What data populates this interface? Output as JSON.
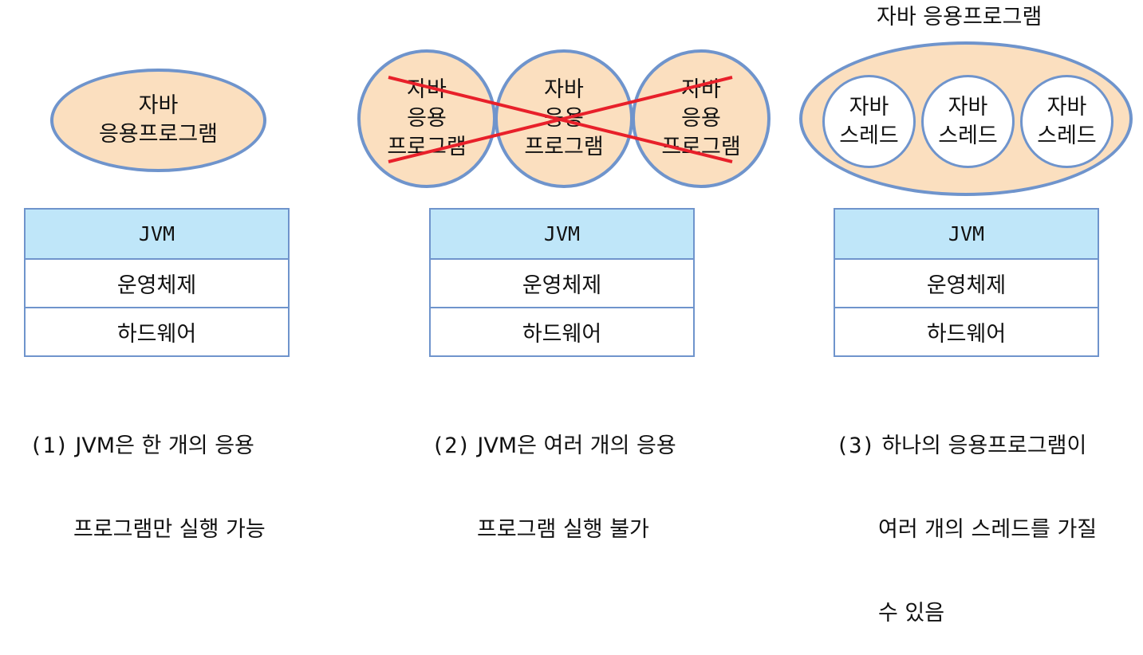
{
  "title_top": "자바 응용프로그램",
  "panel1": {
    "program_label": "자바\n응용프로그램",
    "stack": [
      "JVM",
      "운영체제",
      "하드웨어"
    ],
    "caption_num": "(1)",
    "caption_line1": "JVM은 한 개의 응용",
    "caption_line2": "프로그램만 실행 가능"
  },
  "panel2": {
    "programs": [
      "자바\n응용\n프로그램",
      "자바\n응용\n프로그램",
      "자바\n응용\n프로그램"
    ],
    "stack": [
      "JVM",
      "운영체제",
      "하드웨어"
    ],
    "caption_num": "(2)",
    "caption_line1": "JVM은 여러 개의 응용",
    "caption_line2": "프로그램 실행 불가"
  },
  "panel3": {
    "threads": [
      "자바\n스레드",
      "자바\n스레드",
      "자바\n스레드"
    ],
    "stack": [
      "JVM",
      "운영체제",
      "하드웨어"
    ],
    "caption_num": "(3)",
    "caption_line1": "하나의 응용프로그램이",
    "caption_line2": "여러 개의 스레드를 가질",
    "caption_line3": "수 있음"
  },
  "colors": {
    "outline": "#6f94cc",
    "fill_peach": "#fbdfbf",
    "fill_jvm": "#bfe6f9",
    "cross": "#e8202a"
  }
}
